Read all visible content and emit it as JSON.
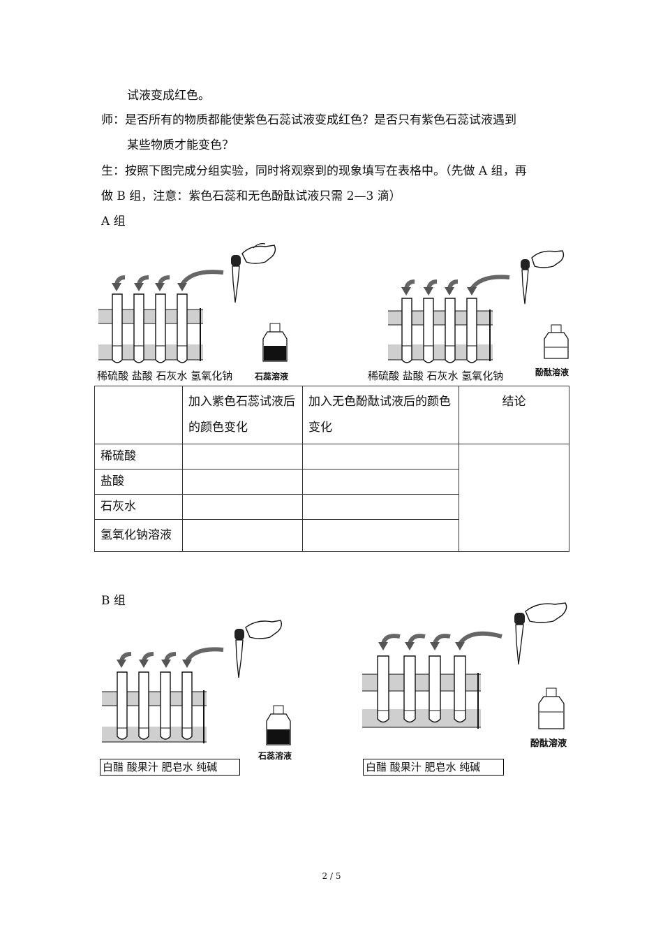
{
  "lines": {
    "l1": "试液变成红色。",
    "l2": "师：是否所有的物质都能使紫色石蕊试液变成红色？是否只有紫色石蕊试液遇到",
    "l3": "某些物质才能变色？",
    "l4": "生：按照下图完成分组实验，同时将观察到的现象填写在表格中。（先做 A 组，再",
    "l5": "做 B 组，注意：紫色石蕊和无色酚酞试液只需 2—3 滴）"
  },
  "group_a": {
    "title": "A 组",
    "left_labels": "稀硫酸  盐酸  石灰水  氢氧化钠",
    "left_bottle": "石蕊溶液",
    "right_labels": "稀硫酸  盐酸  石灰水  氢氧化钠",
    "right_bottle": "酚酞溶液"
  },
  "table": {
    "headers": [
      "",
      "加入紫色石蕊试液后的颜色变化",
      "加入无色酚酞试液后的颜色变化",
      "结论"
    ],
    "rows": [
      "稀硫酸",
      "盐酸",
      "石灰水",
      "氢氧化钠溶液"
    ]
  },
  "group_b": {
    "title": "B 组",
    "left_labels": "白醋 酸果汁 肥皂水 纯碱",
    "left_bottle": "石蕊溶液",
    "right_labels": "白醋 酸果汁 肥皂水 纯碱",
    "right_bottle": "酚酞溶液"
  },
  "footer": "2 / 5"
}
